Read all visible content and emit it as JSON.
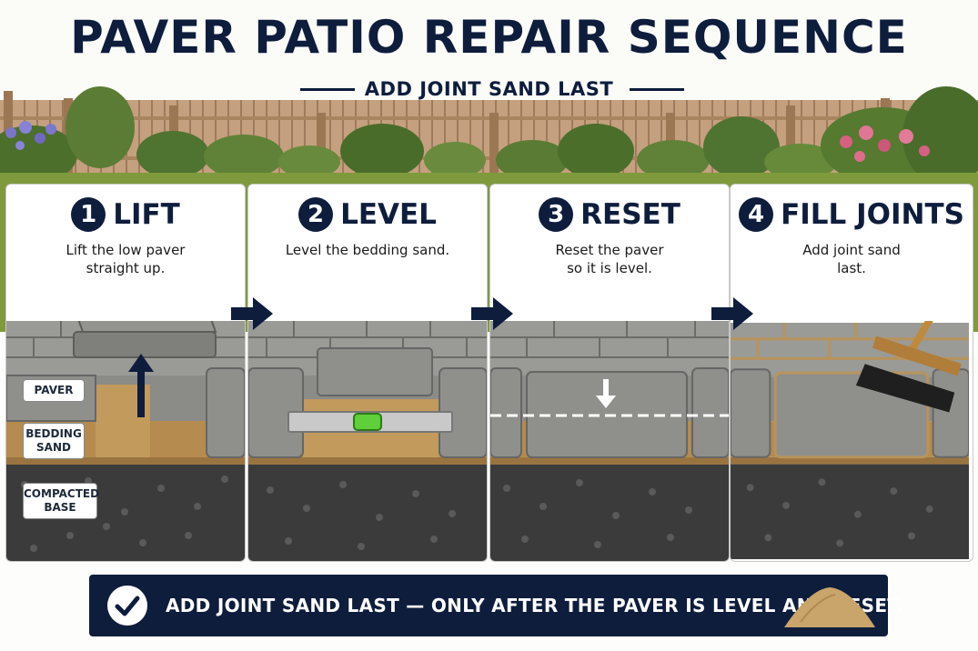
{
  "title": "PAVER PATIO REPAIR SEQUENCE",
  "subtitle": "ADD JOINT SAND LAST",
  "steps": [
    {
      "number": "1",
      "title": "LIFT",
      "desc_line1": "Lift the low paver",
      "desc_line2": "straight up."
    },
    {
      "number": "2",
      "title": "LEVEL",
      "desc_line1": "Level the bedding sand.",
      "desc_line2": ""
    },
    {
      "number": "3",
      "title": "RESET",
      "desc_line1": "Reset the paver",
      "desc_line2": "so it is level."
    },
    {
      "number": "4",
      "title": "FILL JOINTS",
      "desc_line1": "Add joint sand",
      "desc_line2": "last."
    }
  ],
  "layer_labels": {
    "paver": "PAVER",
    "bedding_line1": "BEDDING",
    "bedding_line2": "SAND",
    "base_line1": "COMPACTED",
    "base_line2": "BASE"
  },
  "banner_text": "ADD JOINT SAND LAST — ONLY AFTER THE PAVER IS LEVEL AND RESET.",
  "colors": {
    "navy": "#0e1d3c",
    "paver": "#8a8a87",
    "bedding_sand": "#b08a50",
    "gravel": "#3a3a3a",
    "fence": "#b08c6a",
    "grass": "#7f9a3c"
  },
  "icons": [
    "check-icon",
    "right-arrow-icon",
    "up-arrow-icon",
    "down-arrow-icon",
    "level-tool-icon",
    "broom-icon",
    "sand-pile-icon"
  ]
}
